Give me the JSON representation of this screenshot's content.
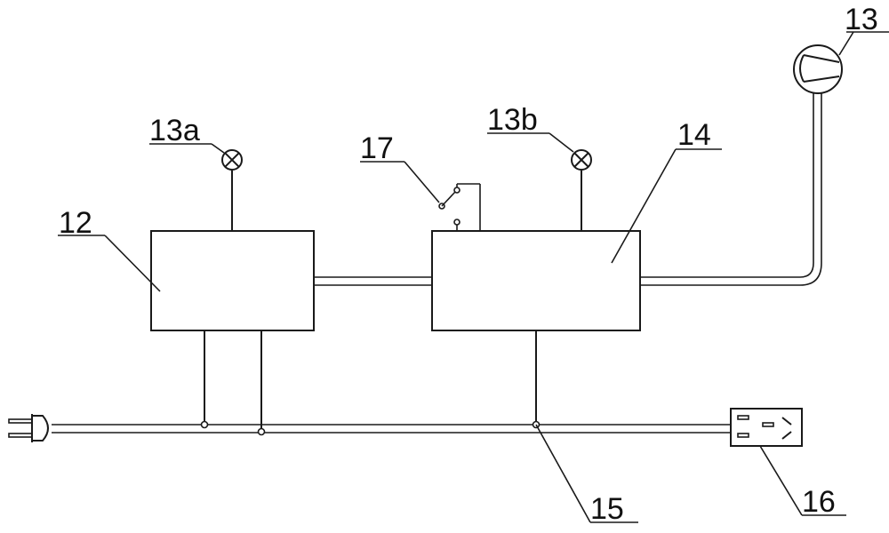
{
  "labels": {
    "l12": "12",
    "l13": "13",
    "l13a": "13a",
    "l13b": "13b",
    "l14": "14",
    "l15": "15",
    "l16": "16",
    "l17": "17"
  },
  "colors": {
    "stroke": "#1a1a1a",
    "background": "#ffffff"
  }
}
